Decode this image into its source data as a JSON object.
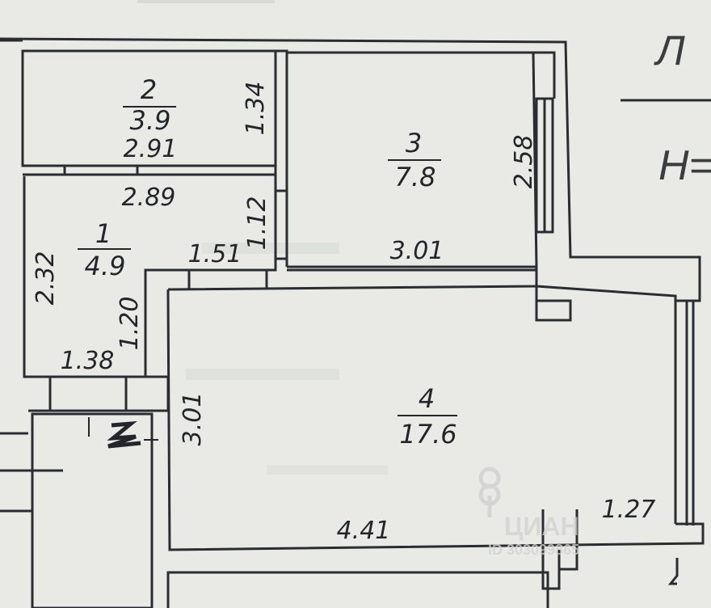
{
  "rooms": [
    {
      "number": "2",
      "area": "3.9"
    },
    {
      "number": "3",
      "area": "7.8"
    },
    {
      "number": "1",
      "area": "4.9"
    },
    {
      "number": "4",
      "area": "17.6"
    }
  ],
  "dimensions": {
    "d_1_34": "1.34",
    "d_2_91": "2.91",
    "d_2_58": "2.58",
    "d_2_89": "2.89",
    "d_1_12": "1.12",
    "d_1_51": "1.51",
    "d_3_01_top": "3.01",
    "d_2_32": "2.32",
    "d_1_20": "1.20",
    "d_1_38": "1.38",
    "d_3_01_left": "3.01",
    "d_4_41": "4.41",
    "d_1_27": "1.27"
  },
  "side_text": {
    "top_right": "Л",
    "mid_right": "Н="
  },
  "watermark": {
    "brand": "ЦИАН",
    "id_text": "ID 303099865"
  },
  "colors": {
    "paper": "#e9eae6",
    "line": "#2a2c31",
    "text": "#23252a"
  }
}
